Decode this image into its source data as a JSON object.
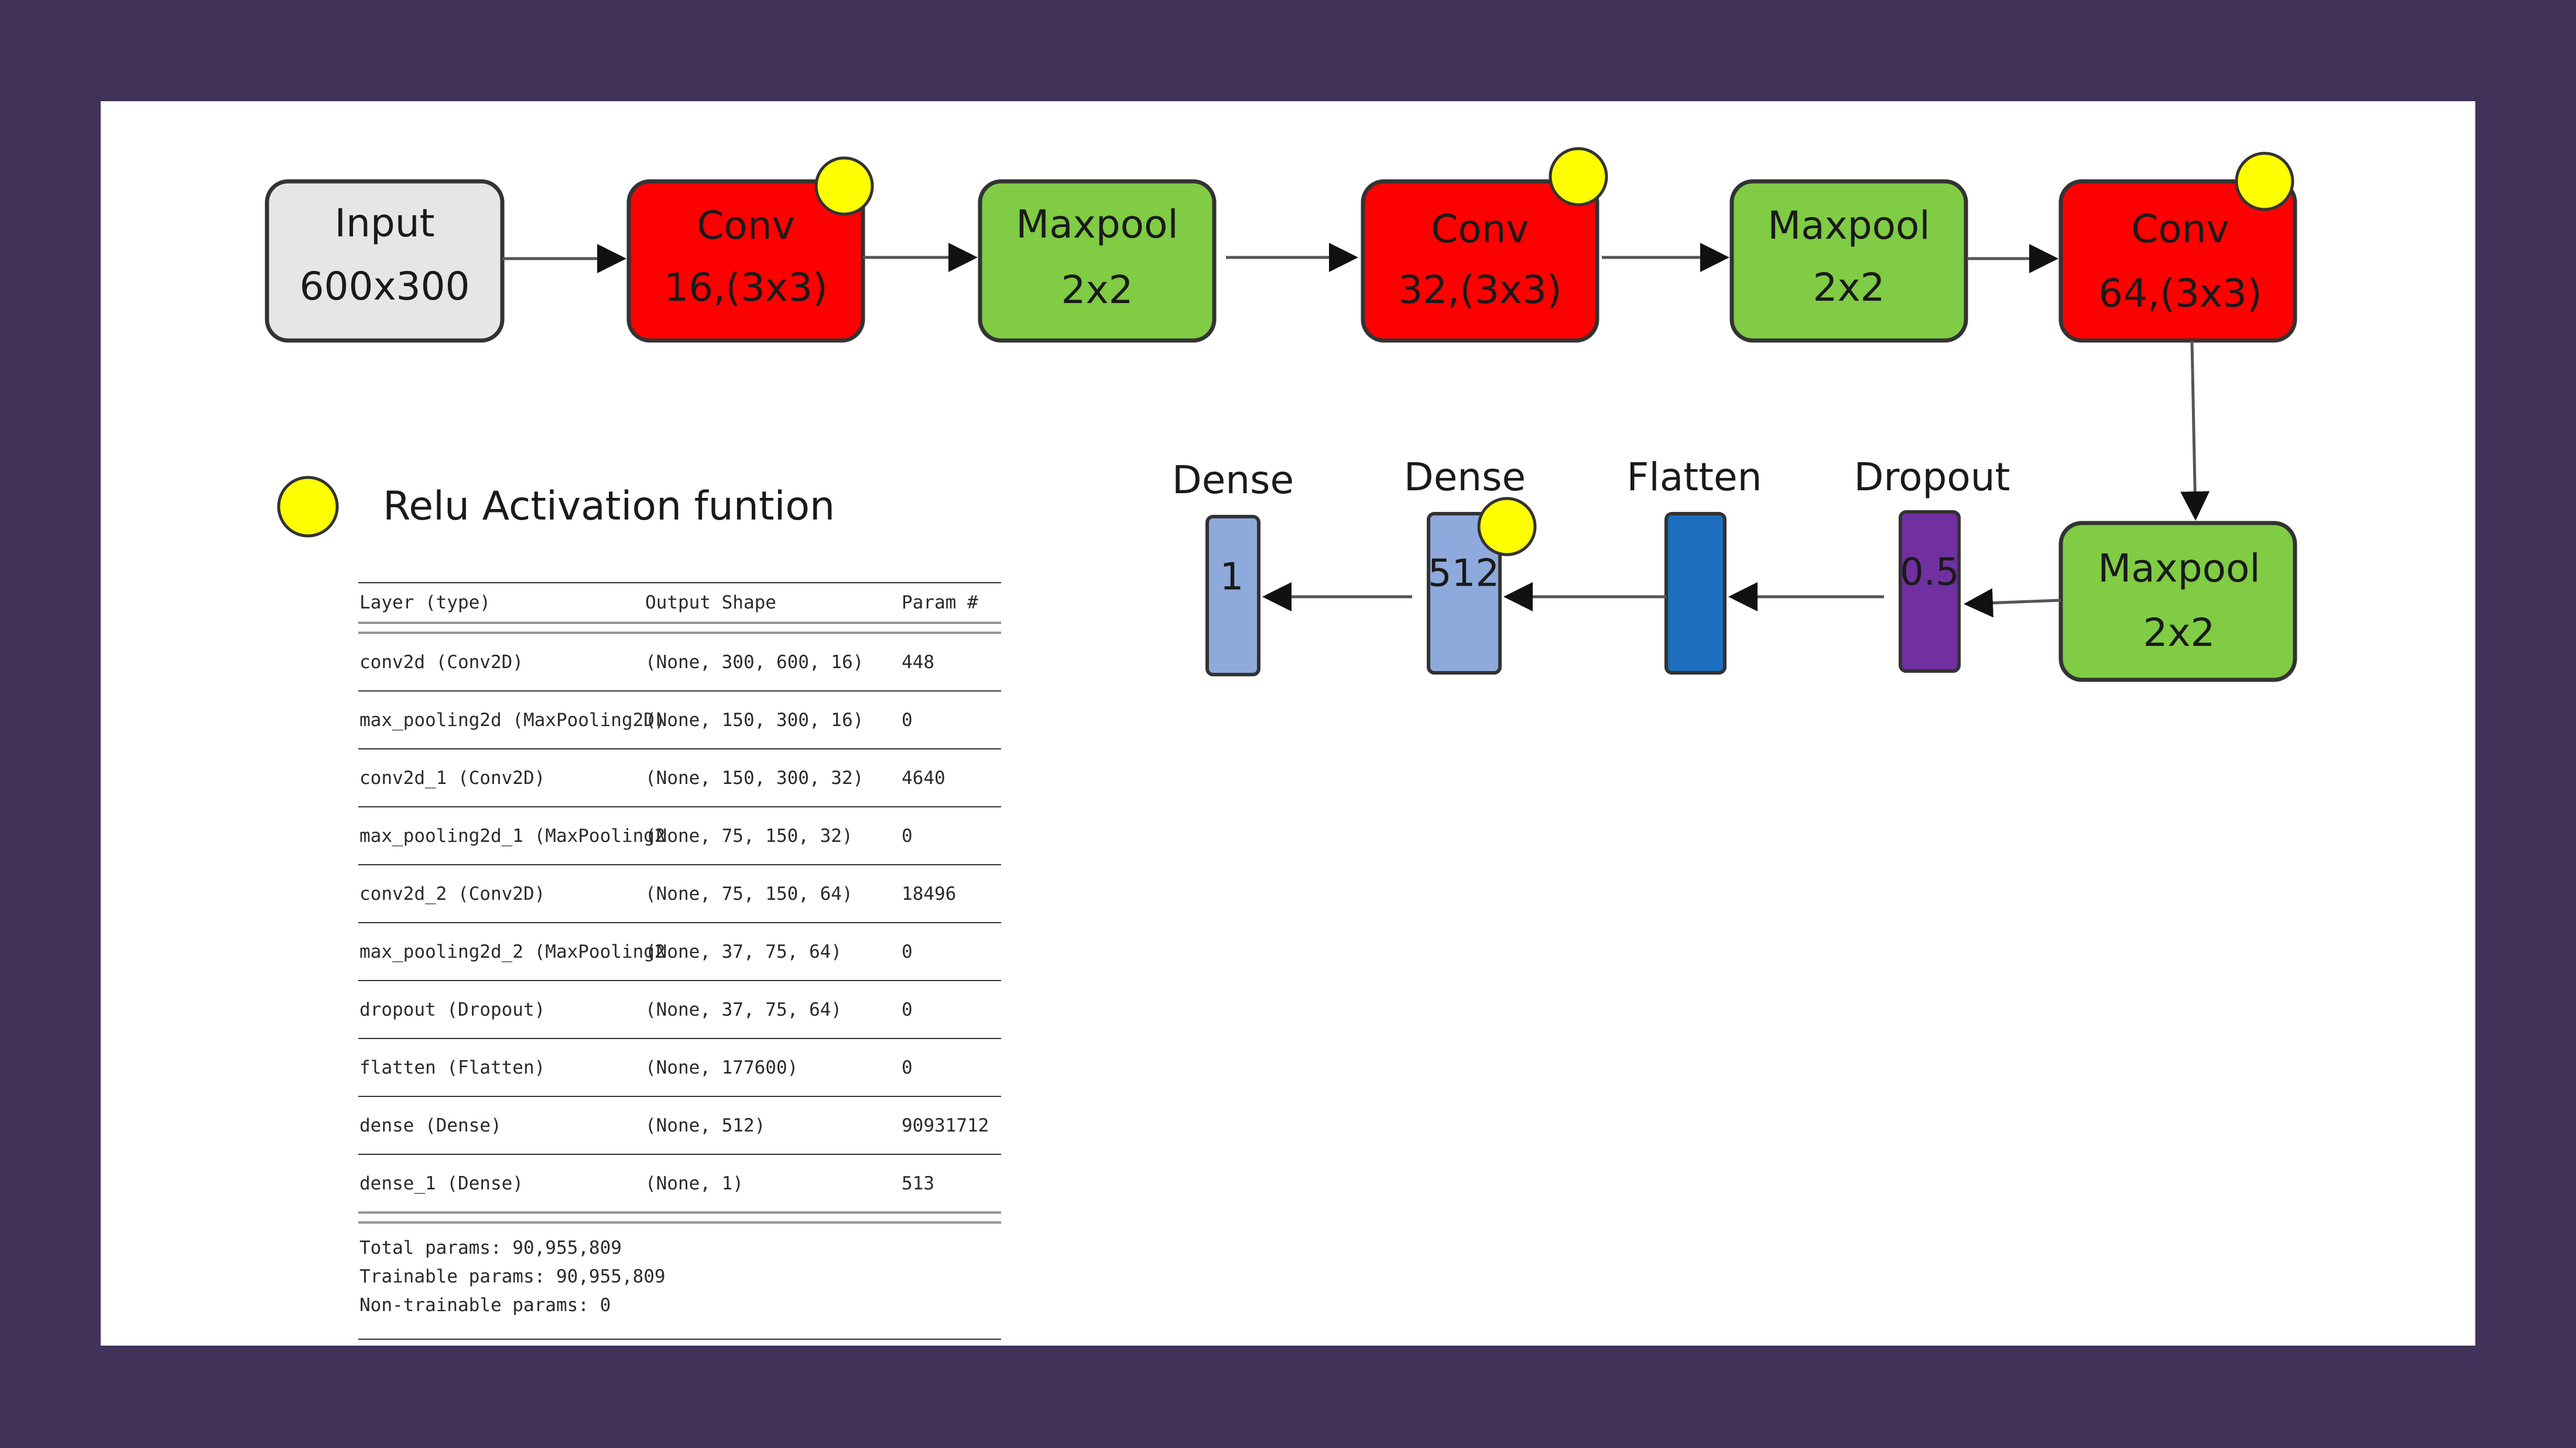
{
  "pipeline_top": [
    {
      "line1": "Input",
      "line2": "600x300",
      "kind": "input"
    },
    {
      "line1": "Conv",
      "line2": "16,(3x3)",
      "kind": "conv"
    },
    {
      "line1": "Maxpool",
      "line2": "2x2",
      "kind": "pool"
    },
    {
      "line1": "Conv",
      "line2": "32,(3x3)",
      "kind": "conv"
    },
    {
      "line1": "Maxpool",
      "line2": "2x2",
      "kind": "pool"
    },
    {
      "line1": "Conv",
      "line2": "64,(3x3)",
      "kind": "conv"
    }
  ],
  "pipeline_bottom": {
    "maxpool": {
      "line1": "Maxpool",
      "line2": "2x2"
    },
    "dropout": {
      "title": "Dropout",
      "value": "0.5"
    },
    "flatten": {
      "title": "Flatten"
    },
    "dense_512": {
      "title": "Dense",
      "value": "512"
    },
    "dense_1": {
      "title": "Dense",
      "value": "1"
    }
  },
  "legend": {
    "label": "Relu Activation funtion"
  },
  "colors": {
    "input": "#e6e6e6",
    "conv": "#ff0000",
    "pool": "#80cc44",
    "dense": "#8ea9db",
    "flatten": "#1f6fbf",
    "dropout": "#7030a0",
    "relu_dot": "#ffff00",
    "background": "#41325a"
  },
  "model_summary": {
    "headers": [
      "Layer (type)",
      "Output Shape",
      "Param #"
    ],
    "separator": "================================================================",
    "rows": [
      [
        "conv2d (Conv2D)",
        "(None, 300, 600, 16)",
        "448"
      ],
      [
        "max_pooling2d (MaxPooling2D)",
        "(None, 150, 300, 16)",
        "0"
      ],
      [
        "conv2d_1 (Conv2D)",
        "(None, 150, 300, 32)",
        "4640"
      ],
      [
        "max_pooling2d_1 (MaxPooling2",
        "(None, 75, 150, 32)",
        "0"
      ],
      [
        "conv2d_2 (Conv2D)",
        "(None, 75, 150, 64)",
        "18496"
      ],
      [
        "max_pooling2d_2 (MaxPooling2",
        "(None, 37, 75, 64)",
        "0"
      ],
      [
        "dropout (Dropout)",
        "(None, 37, 75, 64)",
        "0"
      ],
      [
        "flatten (Flatten)",
        "(None, 177600)",
        "0"
      ],
      [
        "dense (Dense)",
        "(None, 512)",
        "90931712"
      ],
      [
        "dense_1 (Dense)",
        "(None, 1)",
        "513"
      ]
    ],
    "totals": [
      "Total params: 90,955,809",
      "Trainable params: 90,955,809",
      "Non-trainable params: 0"
    ]
  }
}
